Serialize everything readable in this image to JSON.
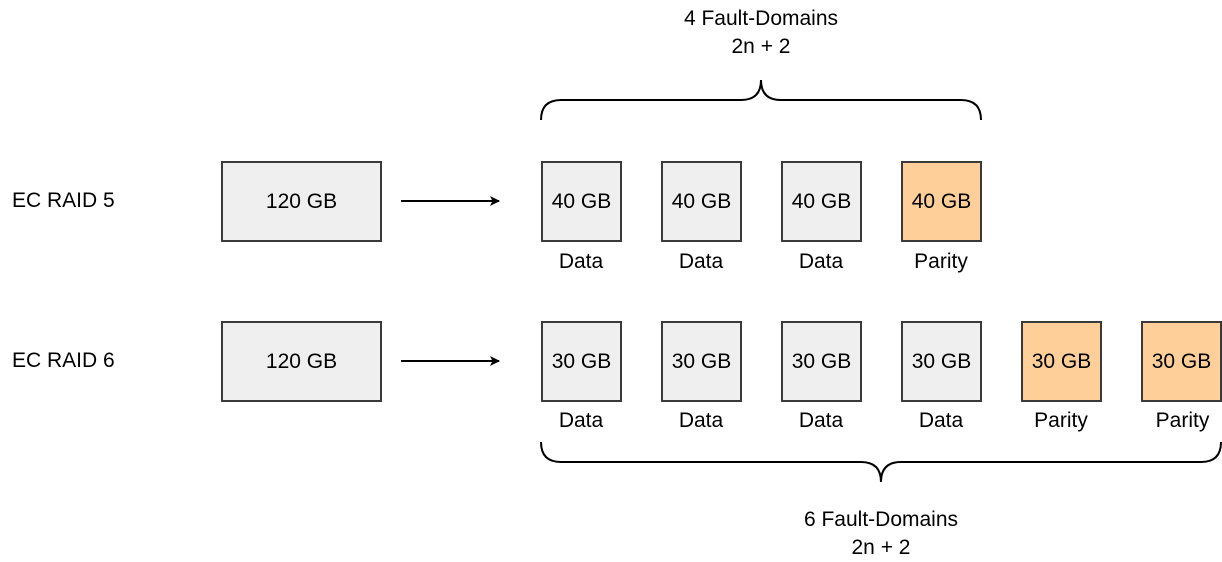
{
  "raid5": {
    "label": "EC RAID 5",
    "source": "120 GB",
    "fault_domains": "4 Fault-Domains",
    "formula": "2n + 2",
    "chunks": [
      {
        "size": "40 GB",
        "role": "Data",
        "kind": "data"
      },
      {
        "size": "40 GB",
        "role": "Data",
        "kind": "data"
      },
      {
        "size": "40 GB",
        "role": "Data",
        "kind": "data"
      },
      {
        "size": "40 GB",
        "role": "Parity",
        "kind": "parity"
      }
    ]
  },
  "raid6": {
    "label": "EC RAID 6",
    "source": "120 GB",
    "fault_domains": "6 Fault-Domains",
    "formula": "2n + 2",
    "chunks": [
      {
        "size": "30 GB",
        "role": "Data",
        "kind": "data"
      },
      {
        "size": "30 GB",
        "role": "Data",
        "kind": "data"
      },
      {
        "size": "30 GB",
        "role": "Data",
        "kind": "data"
      },
      {
        "size": "30 GB",
        "role": "Data",
        "kind": "data"
      },
      {
        "size": "30 GB",
        "role": "Parity",
        "kind": "parity"
      },
      {
        "size": "30 GB",
        "role": "Parity",
        "kind": "parity"
      }
    ]
  },
  "colors": {
    "data_fill": "#efefef",
    "parity_fill": "#ffcf99",
    "stroke": "#3a3a3a"
  }
}
